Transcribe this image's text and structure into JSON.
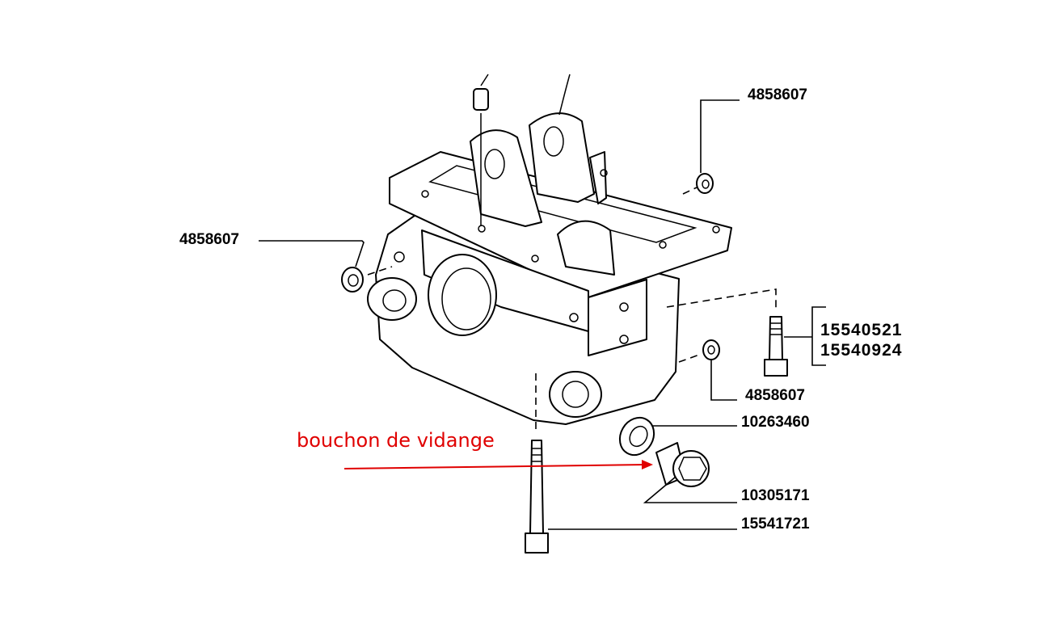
{
  "diagram": {
    "annotation": {
      "text": "bouchon de vidange",
      "color": "#e00000"
    },
    "part_numbers": {
      "washer_top_right": "4858607",
      "washer_left": "4858607",
      "bolt_a": "15540521",
      "bolt_b": "15540924",
      "washer_right": "4858607",
      "seal_ring": "10263460",
      "drain_plug": "10305171",
      "long_bolt": "15541721"
    }
  }
}
